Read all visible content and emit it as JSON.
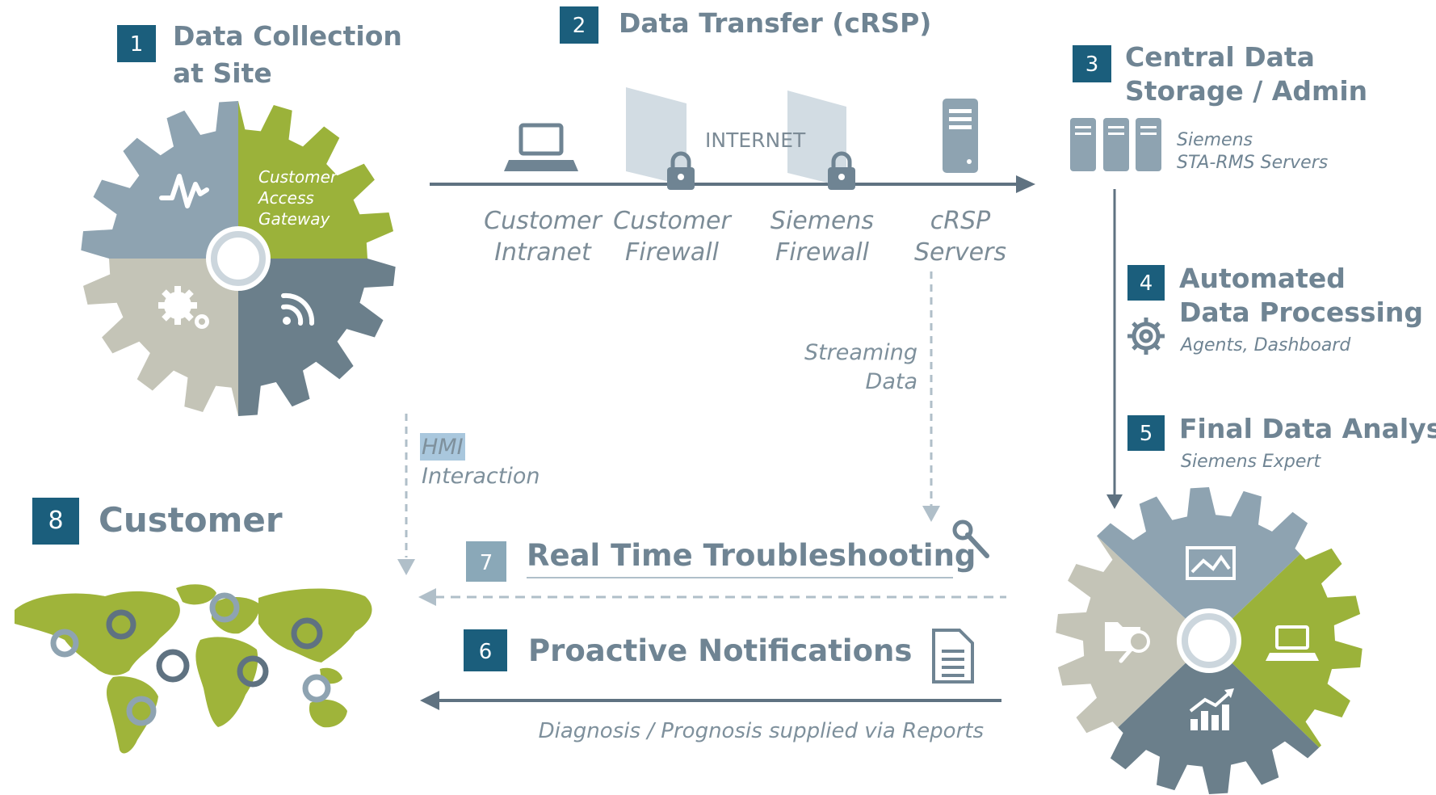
{
  "colors": {
    "badge": "#1b5e7c",
    "badge_light": "#8aa8b8",
    "title": "#6f8493",
    "slate": "#8ea3b1",
    "lime": "#9bb23a",
    "sand": "#c4c4b7",
    "steel": "#6b7f8b",
    "map": "#9fb43a",
    "line": "#5f7281",
    "dashed": "#b0bfc9",
    "hmi_highlight": "#a9c7dd"
  },
  "steps": {
    "s1": {
      "number": "1",
      "title_line1": "Data Collection",
      "title_line2": "at Site"
    },
    "s2": {
      "number": "2",
      "title": "Data Transfer (cRSP)"
    },
    "s3": {
      "number": "3",
      "title_line1": "Central Data",
      "title_line2": "Storage / Admin",
      "sub_line1": "Siemens",
      "sub_line2": "STA-RMS Servers"
    },
    "s4": {
      "number": "4",
      "title_line1": "Automated",
      "title_line2": "Data Processing",
      "sub": "Agents, Dashboard"
    },
    "s5": {
      "number": "5",
      "title": "Final Data Analysis",
      "sub": "Siemens Expert"
    },
    "s6": {
      "number": "6",
      "title": "Proactive Notifications",
      "sub": "Diagnosis / Prognosis supplied via Reports"
    },
    "s7": {
      "number": "7",
      "title": "Real Time Troubleshooting"
    },
    "s8": {
      "number": "8",
      "title": "Customer"
    }
  },
  "transfer": {
    "internet_label": "INTERNET",
    "nodes": [
      {
        "line1": "Customer",
        "line2": "Intranet",
        "icon": "laptop-icon"
      },
      {
        "line1": "Customer",
        "line2": "Firewall",
        "icon": "firewall-icon"
      },
      {
        "line1": "Siemens",
        "line2": "Firewall",
        "icon": "firewall-icon"
      },
      {
        "line1": "cRSP",
        "line2": "Servers",
        "icon": "server-icon"
      }
    ]
  },
  "gear_left": {
    "segment_label_line1": "Customer",
    "segment_label_line2": "Access",
    "segment_label_line3": "Gateway",
    "icons": [
      "pulse-icon",
      "gears-icon",
      "rss-icon"
    ]
  },
  "gear_right": {
    "icons": [
      "chart-image-icon",
      "laptop-icon",
      "bar-chart-icon",
      "folder-search-icon"
    ]
  },
  "streaming": {
    "line1": "Streaming",
    "line2": "Data"
  },
  "hmi": {
    "line1": "HMI",
    "line2": "Interaction"
  }
}
